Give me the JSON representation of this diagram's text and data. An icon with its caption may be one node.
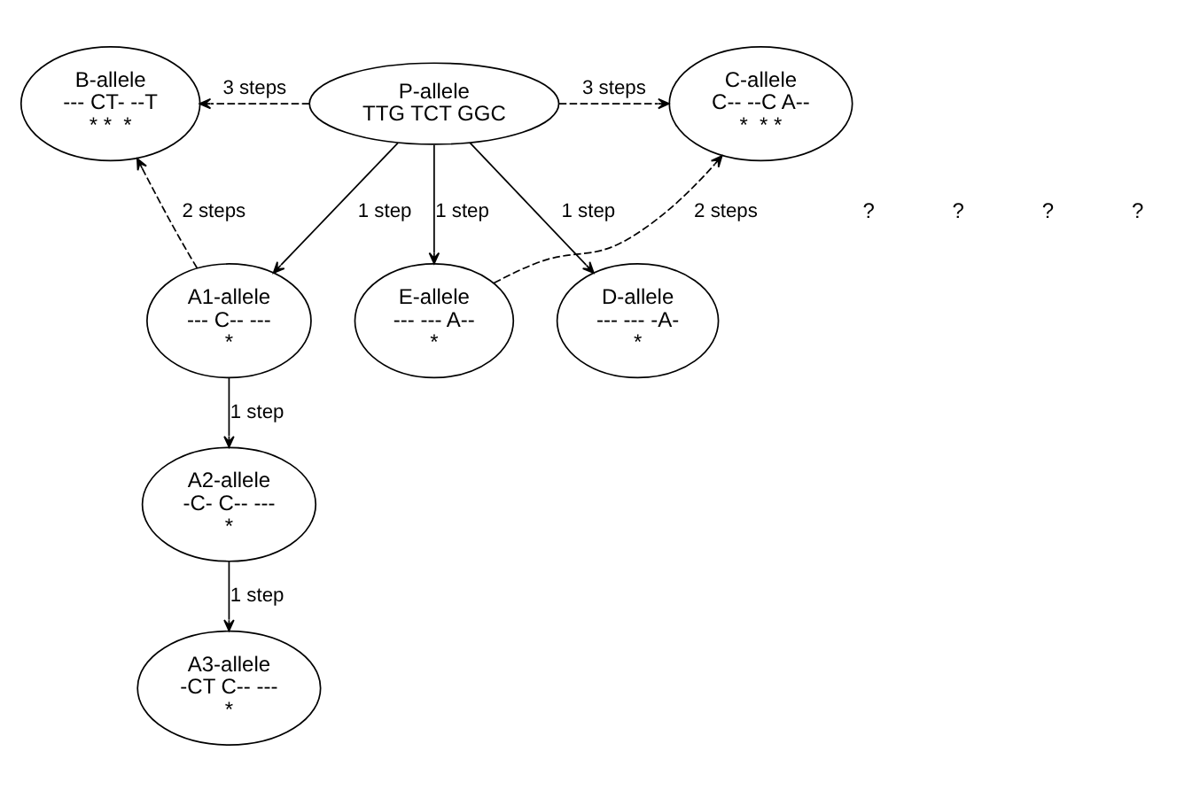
{
  "diagram": {
    "nodes": [
      {
        "text": [
          "B-allele",
          "--- CT- --T",
          "* *  *"
        ]
      },
      {
        "text": [
          "C-allele",
          "C-- --C A--",
          "*  * *"
        ]
      },
      {
        "text": [
          "P-allele",
          "TTG TCT GGC"
        ]
      },
      {
        "text": [
          "A1-allele",
          "--- C-- ---",
          "*"
        ]
      },
      {
        "text": [
          "E-allele",
          "--- --- A--",
          "*"
        ]
      },
      {
        "text": [
          "A2-allele",
          "-C- C-- ---",
          "*"
        ]
      },
      {
        "text": [
          "D-allele",
          "--- --- -A-",
          "*"
        ]
      },
      {
        "text": [
          "A3-allele",
          "-CT C-- ---",
          "*"
        ]
      }
    ],
    "edges": [
      {
        "from": 2,
        "to": 0,
        "arrow": "to",
        "style": "dashed",
        "label": "3 steps"
      },
      {
        "from": 2,
        "to": 1,
        "arrow": "to",
        "style": "dashed",
        "label": "3 steps"
      },
      {
        "from": 3,
        "to": 0,
        "arrow": "to",
        "style": "dashed",
        "label": "2 steps"
      },
      {
        "from": 4,
        "to": 1,
        "arrow": "to",
        "style": "dashed",
        "label": "2 steps"
      },
      {
        "from": 2,
        "to": 4,
        "arrow": "to",
        "label": "1 step"
      },
      {
        "from": 2,
        "to": 3,
        "arrow": "to",
        "label": "1 step"
      },
      {
        "from": 2,
        "to": 6,
        "arrow": "to",
        "label": "1 step"
      },
      {
        "from": 3,
        "to": 5,
        "arrow": "to",
        "label": "1 step"
      },
      {
        "from": 5,
        "to": 7,
        "arrow": "to",
        "label": "1 step"
      }
    ],
    "labels": [
      "?",
      "?",
      "?",
      "?"
    ]
  }
}
